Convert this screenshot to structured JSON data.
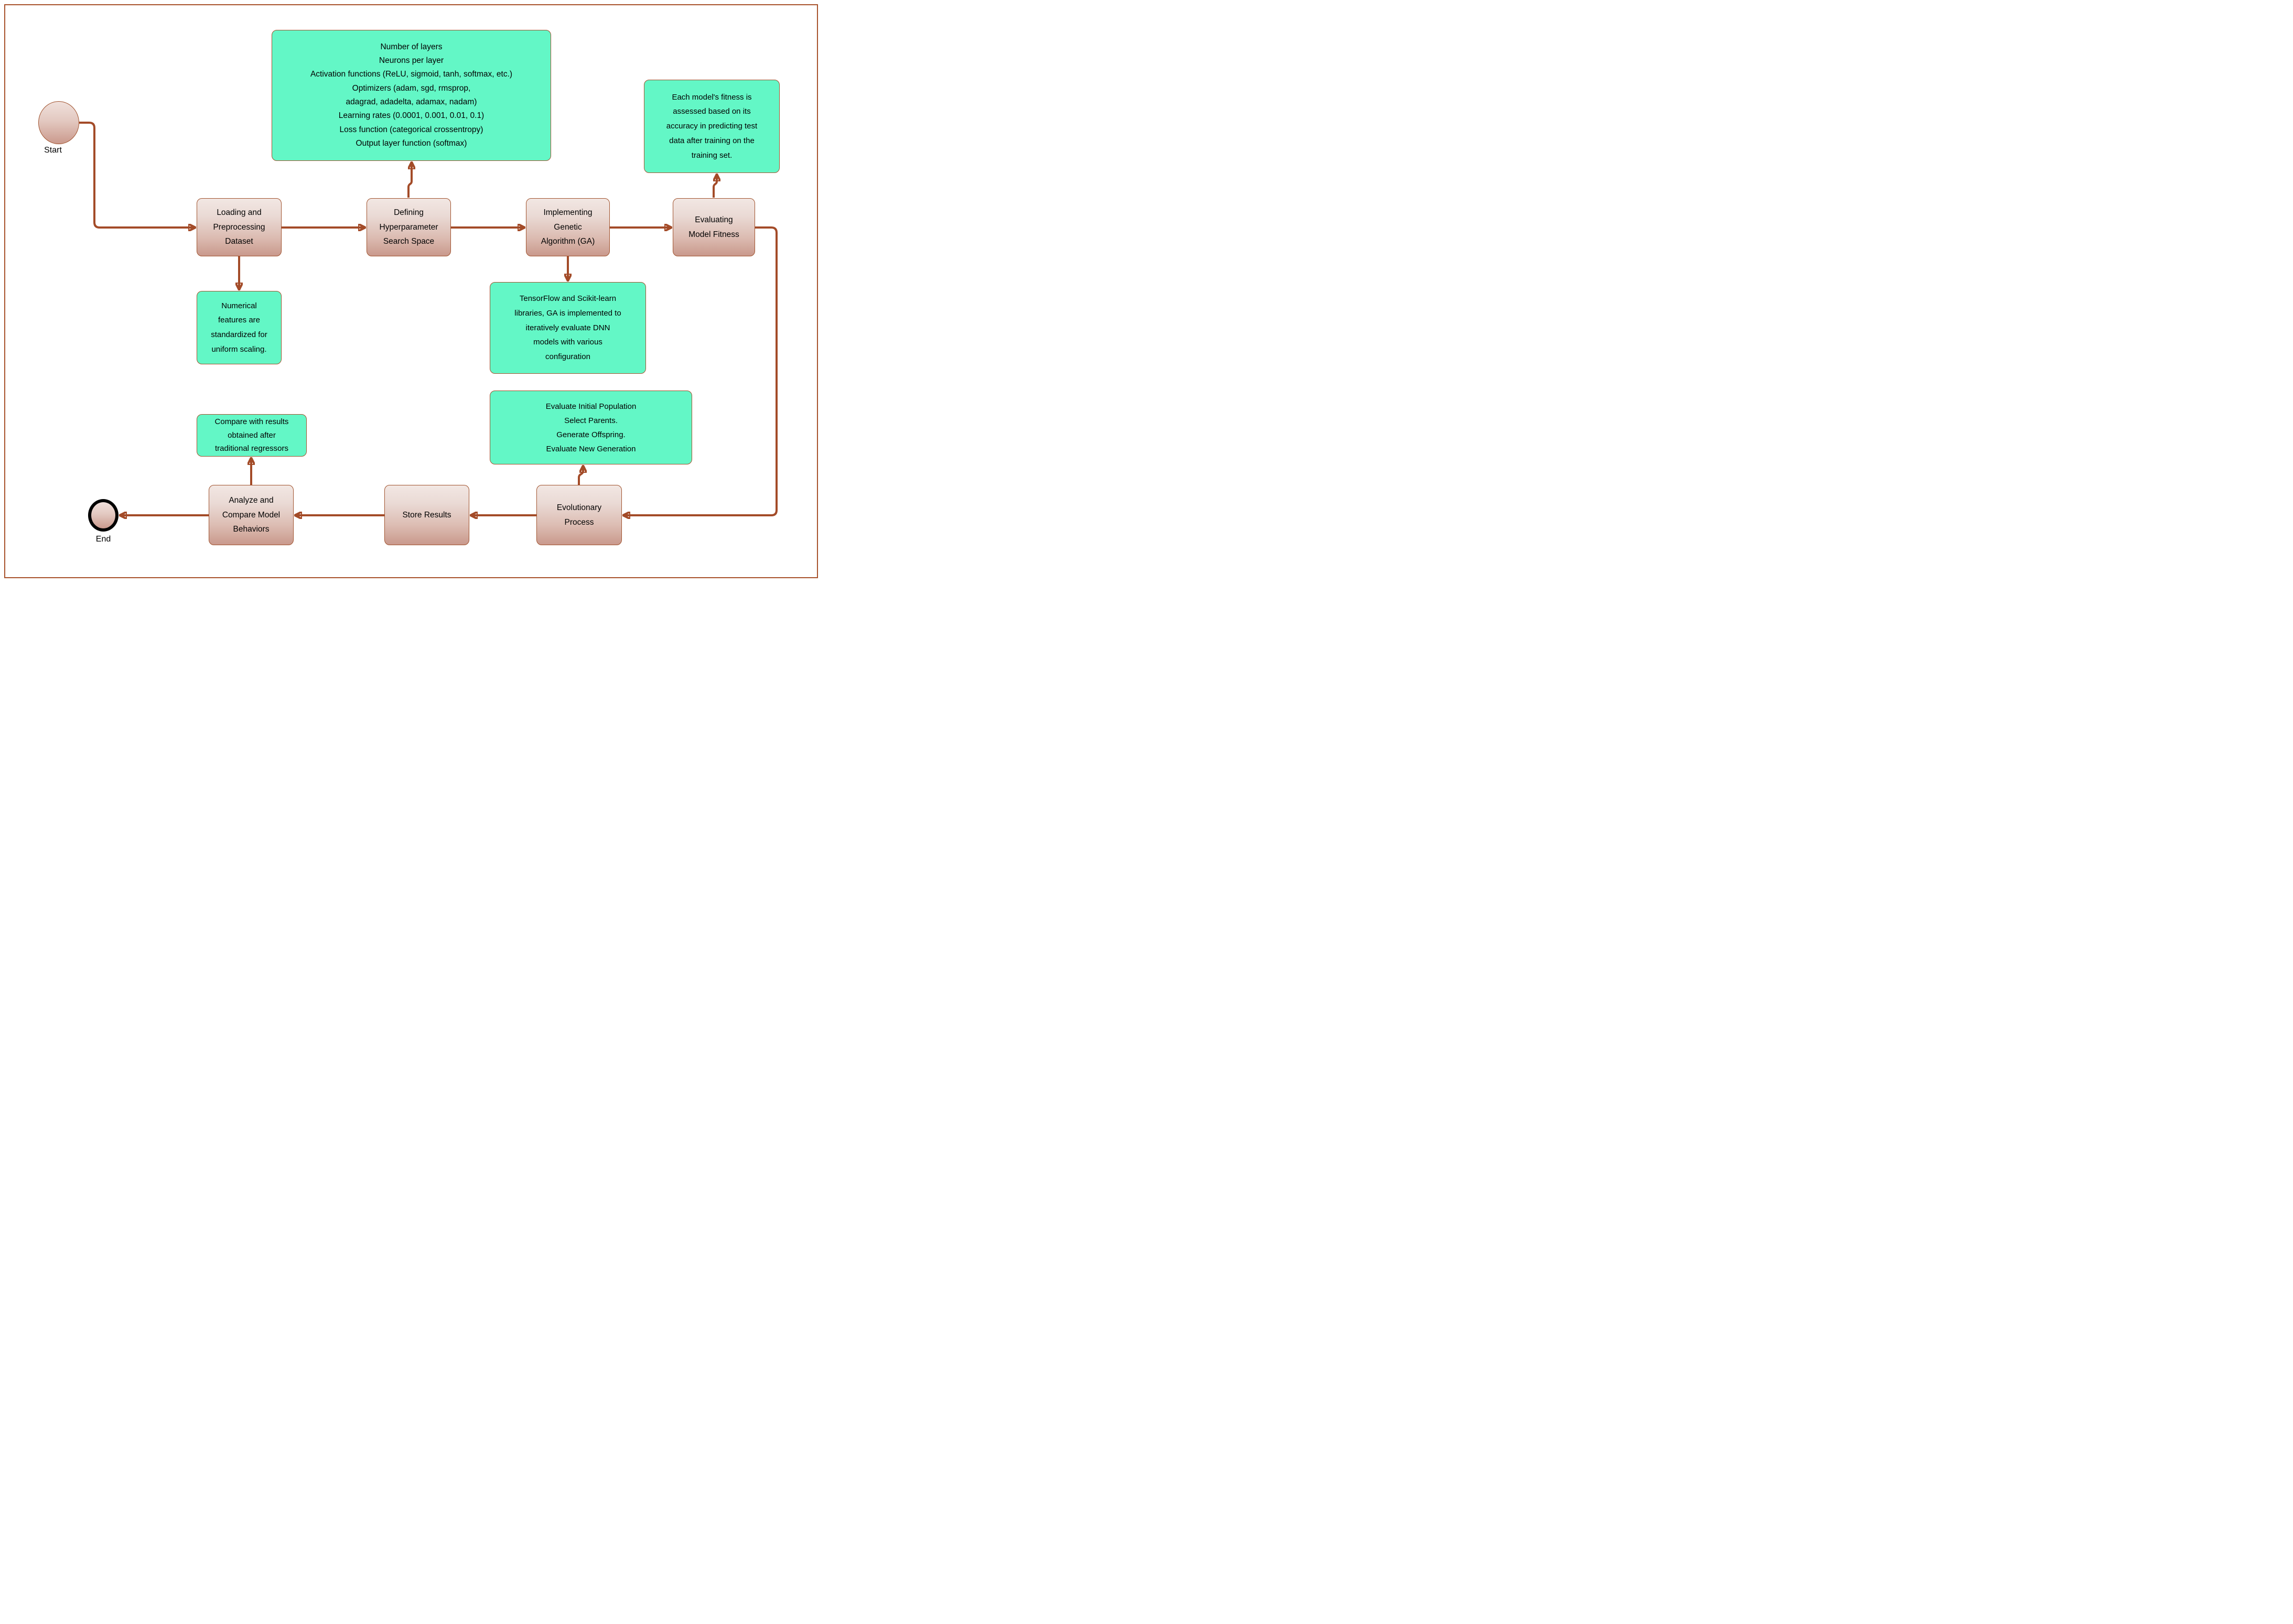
{
  "diagram": {
    "colors": {
      "note_fill": "#63f7c6",
      "node_border": "#a0522d",
      "arrow": "#a34b28",
      "frame_border": "#a8532c",
      "process_gradient_top": "#f2e7e3",
      "process_gradient_bottom": "#c9998c"
    },
    "start": {
      "label": "Start"
    },
    "end": {
      "label": "End"
    },
    "process": {
      "loading": "Loading and\nPreprocessing\nDataset",
      "defining": "Defining\nHyperparameter\nSearch Space",
      "implementing": "Implementing\nGenetic\nAlgorithm (GA)",
      "evaluating": "Evaluating\nModel Fitness",
      "evolutionary": "Evolutionary\nProcess",
      "store": "Store Results",
      "analyze": "Analyze and\nCompare Model\nBehaviors"
    },
    "notes": {
      "hyperparameters": "Number of layers\nNeurons per layer\nActivation functions (ReLU, sigmoid, tanh, softmax, etc.)\nOptimizers (adam, sgd, rmsprop,\nadagrad, adadelta, adamax, nadam)\nLearning rates (0.0001, 0.001, 0.01, 0.1)\nLoss function (categorical crossentropy)\nOutput layer function (softmax)",
      "fitness": "Each model's fitness is\nassessed based on its\naccuracy in predicting test\ndata after training on the\ntraining set.",
      "scaling": "Numerical\nfeatures are\nstandardized for\nuniform scaling.",
      "ga_implementation": "TensorFlow and Scikit-learn\nlibraries, GA is implemented to\niteratively evaluate DNN\nmodels with various\nconfiguration",
      "ga_steps": "Evaluate Initial Population\nSelect Parents.\nGenerate Offspring.\nEvaluate New Generation",
      "compare": "Compare with results\nobtained after\ntraditional regressors"
    }
  }
}
